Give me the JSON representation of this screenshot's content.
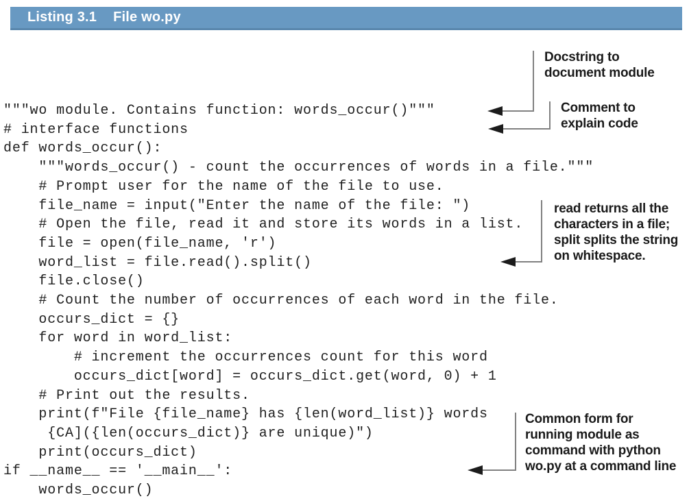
{
  "listing_header": {
    "label": "Listing 3.1",
    "title": "File wo.py"
  },
  "code": {
    "lines": [
      "\"\"\"wo module. Contains function: words_occur()\"\"\"",
      "# interface functions",
      "def words_occur():",
      "    \"\"\"words_occur() - count the occurrences of words in a file.\"\"\"",
      "    # Prompt user for the name of the file to use.",
      "    file_name = input(\"Enter the name of the file: \")",
      "    # Open the file, read it and store its words in a list.",
      "    file = open(file_name, 'r')",
      "    word_list = file.read().split()",
      "    file.close()",
      "    # Count the number of occurrences of each word in the file.",
      "    occurs_dict = {}",
      "    for word in word_list:",
      "        # increment the occurrences count for this word",
      "        occurs_dict[word] = occurs_dict.get(word, 0) + 1",
      "    # Print out the results.",
      "    print(f\"File {file_name} has {len(word_list)} words",
      "     {CA]({len(occurs_dict)} are unique)\")",
      "    print(occurs_dict)",
      "if __name__ == '__main__':",
      "    words_occur()"
    ]
  },
  "annotations": [
    {
      "id": "docstring",
      "text": "Docstring to\ndocument module"
    },
    {
      "id": "comment",
      "text": "Comment to\nexplain code"
    },
    {
      "id": "read-split",
      "text": "read returns all the\ncharacters in a file;\nsplit splits the string\non whitespace."
    },
    {
      "id": "common-form",
      "text": "Common form for\nrunning module as\ncommand with python\nwo.py at a command line"
    }
  ],
  "colors": {
    "header_bg": "#6899c2",
    "header_border": "#5a87ad",
    "header_text": "#ffffff",
    "code_text": "#1f1f1f",
    "callout_line": "#808080",
    "arrowhead": "#1c1c1c",
    "callout_text": "#1a1a1a"
  }
}
